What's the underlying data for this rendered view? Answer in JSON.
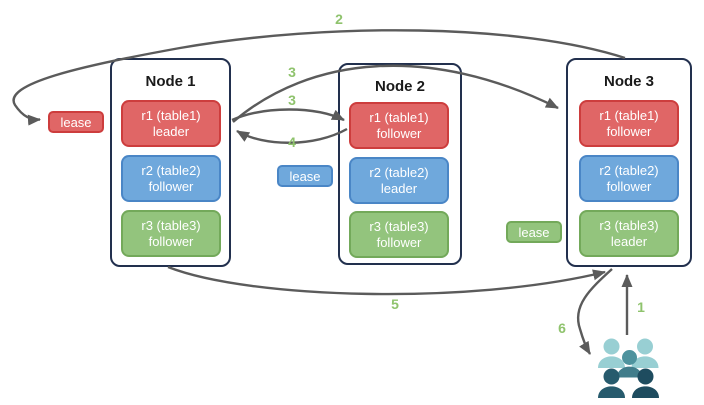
{
  "nodes": [
    {
      "title": "Node 1",
      "replicas": [
        {
          "range": "r1 (table1)",
          "role": "leader",
          "color": "red"
        },
        {
          "range": "r2 (table2)",
          "role": "follower",
          "color": "blue"
        },
        {
          "range": "r3 (table3)",
          "role": "follower",
          "color": "green"
        }
      ]
    },
    {
      "title": "Node 2",
      "replicas": [
        {
          "range": "r1 (table1)",
          "role": "follower",
          "color": "red"
        },
        {
          "range": "r2 (table2)",
          "role": "leader",
          "color": "blue"
        },
        {
          "range": "r3 (table3)",
          "role": "follower",
          "color": "green"
        }
      ]
    },
    {
      "title": "Node 3",
      "replicas": [
        {
          "range": "r1 (table1)",
          "role": "follower",
          "color": "red"
        },
        {
          "range": "r2 (table2)",
          "role": "follower",
          "color": "blue"
        },
        {
          "range": "r3 (table3)",
          "role": "leader",
          "color": "green"
        }
      ]
    }
  ],
  "leases": [
    {
      "label": "lease",
      "color": "red"
    },
    {
      "label": "lease",
      "color": "blue"
    },
    {
      "label": "lease",
      "color": "green"
    }
  ],
  "step_labels": {
    "s1": "1",
    "s2": "2",
    "s3a": "3",
    "s3b": "3",
    "s4": "4",
    "s5": "5",
    "s6": "6"
  },
  "icons": {
    "users": "users-icon"
  },
  "colors": {
    "red-fill": "#e06666",
    "red-border": "#cd3d3d",
    "blue-fill": "#6fa8dc",
    "blue-border": "#4a86c6",
    "green-fill": "#93c47d",
    "green-border": "#73a95a",
    "node-border": "#22304e",
    "arrow": "#5b5b5b",
    "step": "#8fc36d",
    "title": "#1a1a1a",
    "people-light": "#98cfd3",
    "people-mid": "#4e939e",
    "people-midbody": "#417d8b",
    "people-dark": "#275b6d",
    "people-darker": "#1e4c5f"
  }
}
